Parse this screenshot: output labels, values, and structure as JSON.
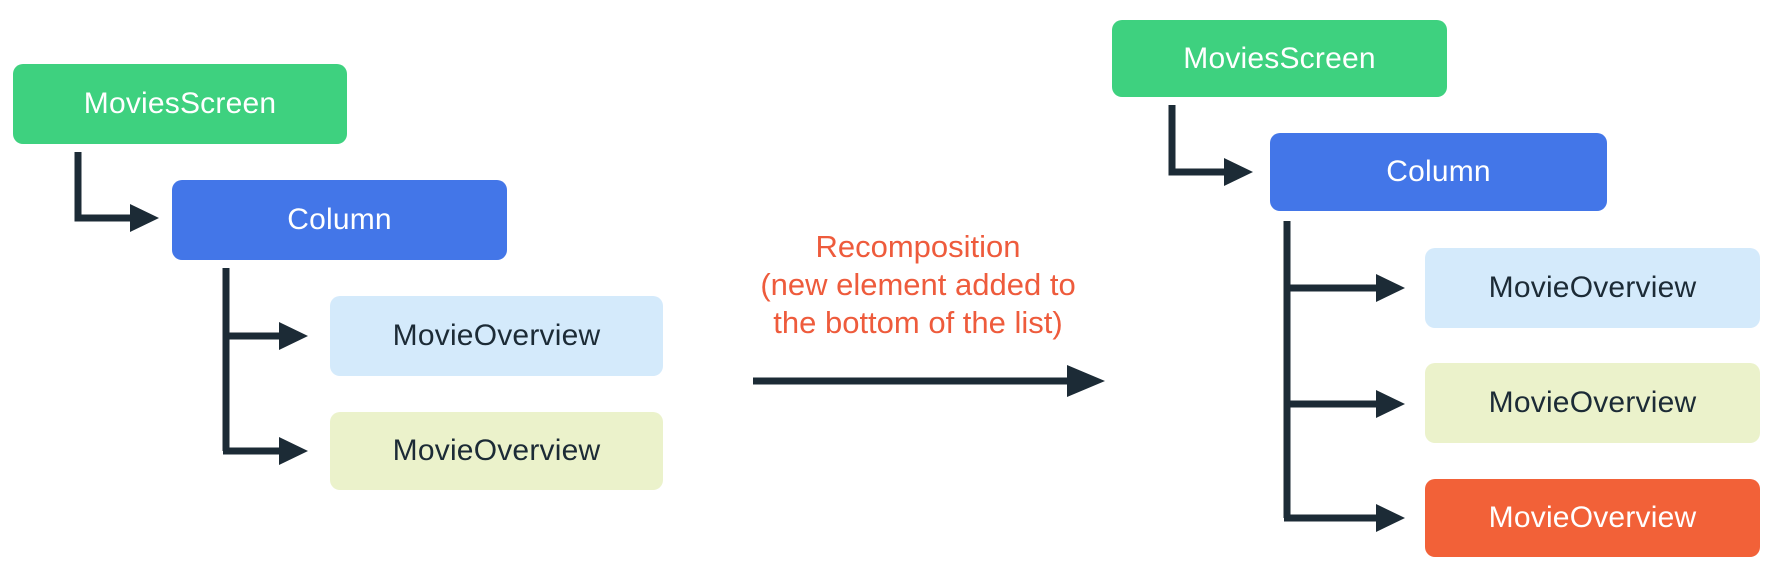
{
  "diagram": {
    "type": "ui-tree-recomposition",
    "left_tree": {
      "root": "MoviesScreen",
      "column": "Column",
      "children": [
        "MovieOverview",
        "MovieOverview"
      ]
    },
    "annotation": {
      "lines": [
        "Recomposition",
        "(new element added to",
        "the bottom of the list)"
      ]
    },
    "right_tree": {
      "root": "MoviesScreen",
      "column": "Column",
      "children": [
        "MovieOverview",
        "MovieOverview",
        "MovieOverview"
      ]
    },
    "colors": {
      "root_node_green": "#3ed17f",
      "column_node_blue": "#4376e8",
      "child_node_lightblue": "#d4eafb",
      "child_node_lightyellow": "#ebf2cb",
      "new_child_node_orange": "#f26138",
      "annotation_text": "#ee5b3c",
      "connector_arrow": "#1c2b36",
      "node_text_light": "#ffffff",
      "node_text_dark": "#1c2b36"
    }
  }
}
